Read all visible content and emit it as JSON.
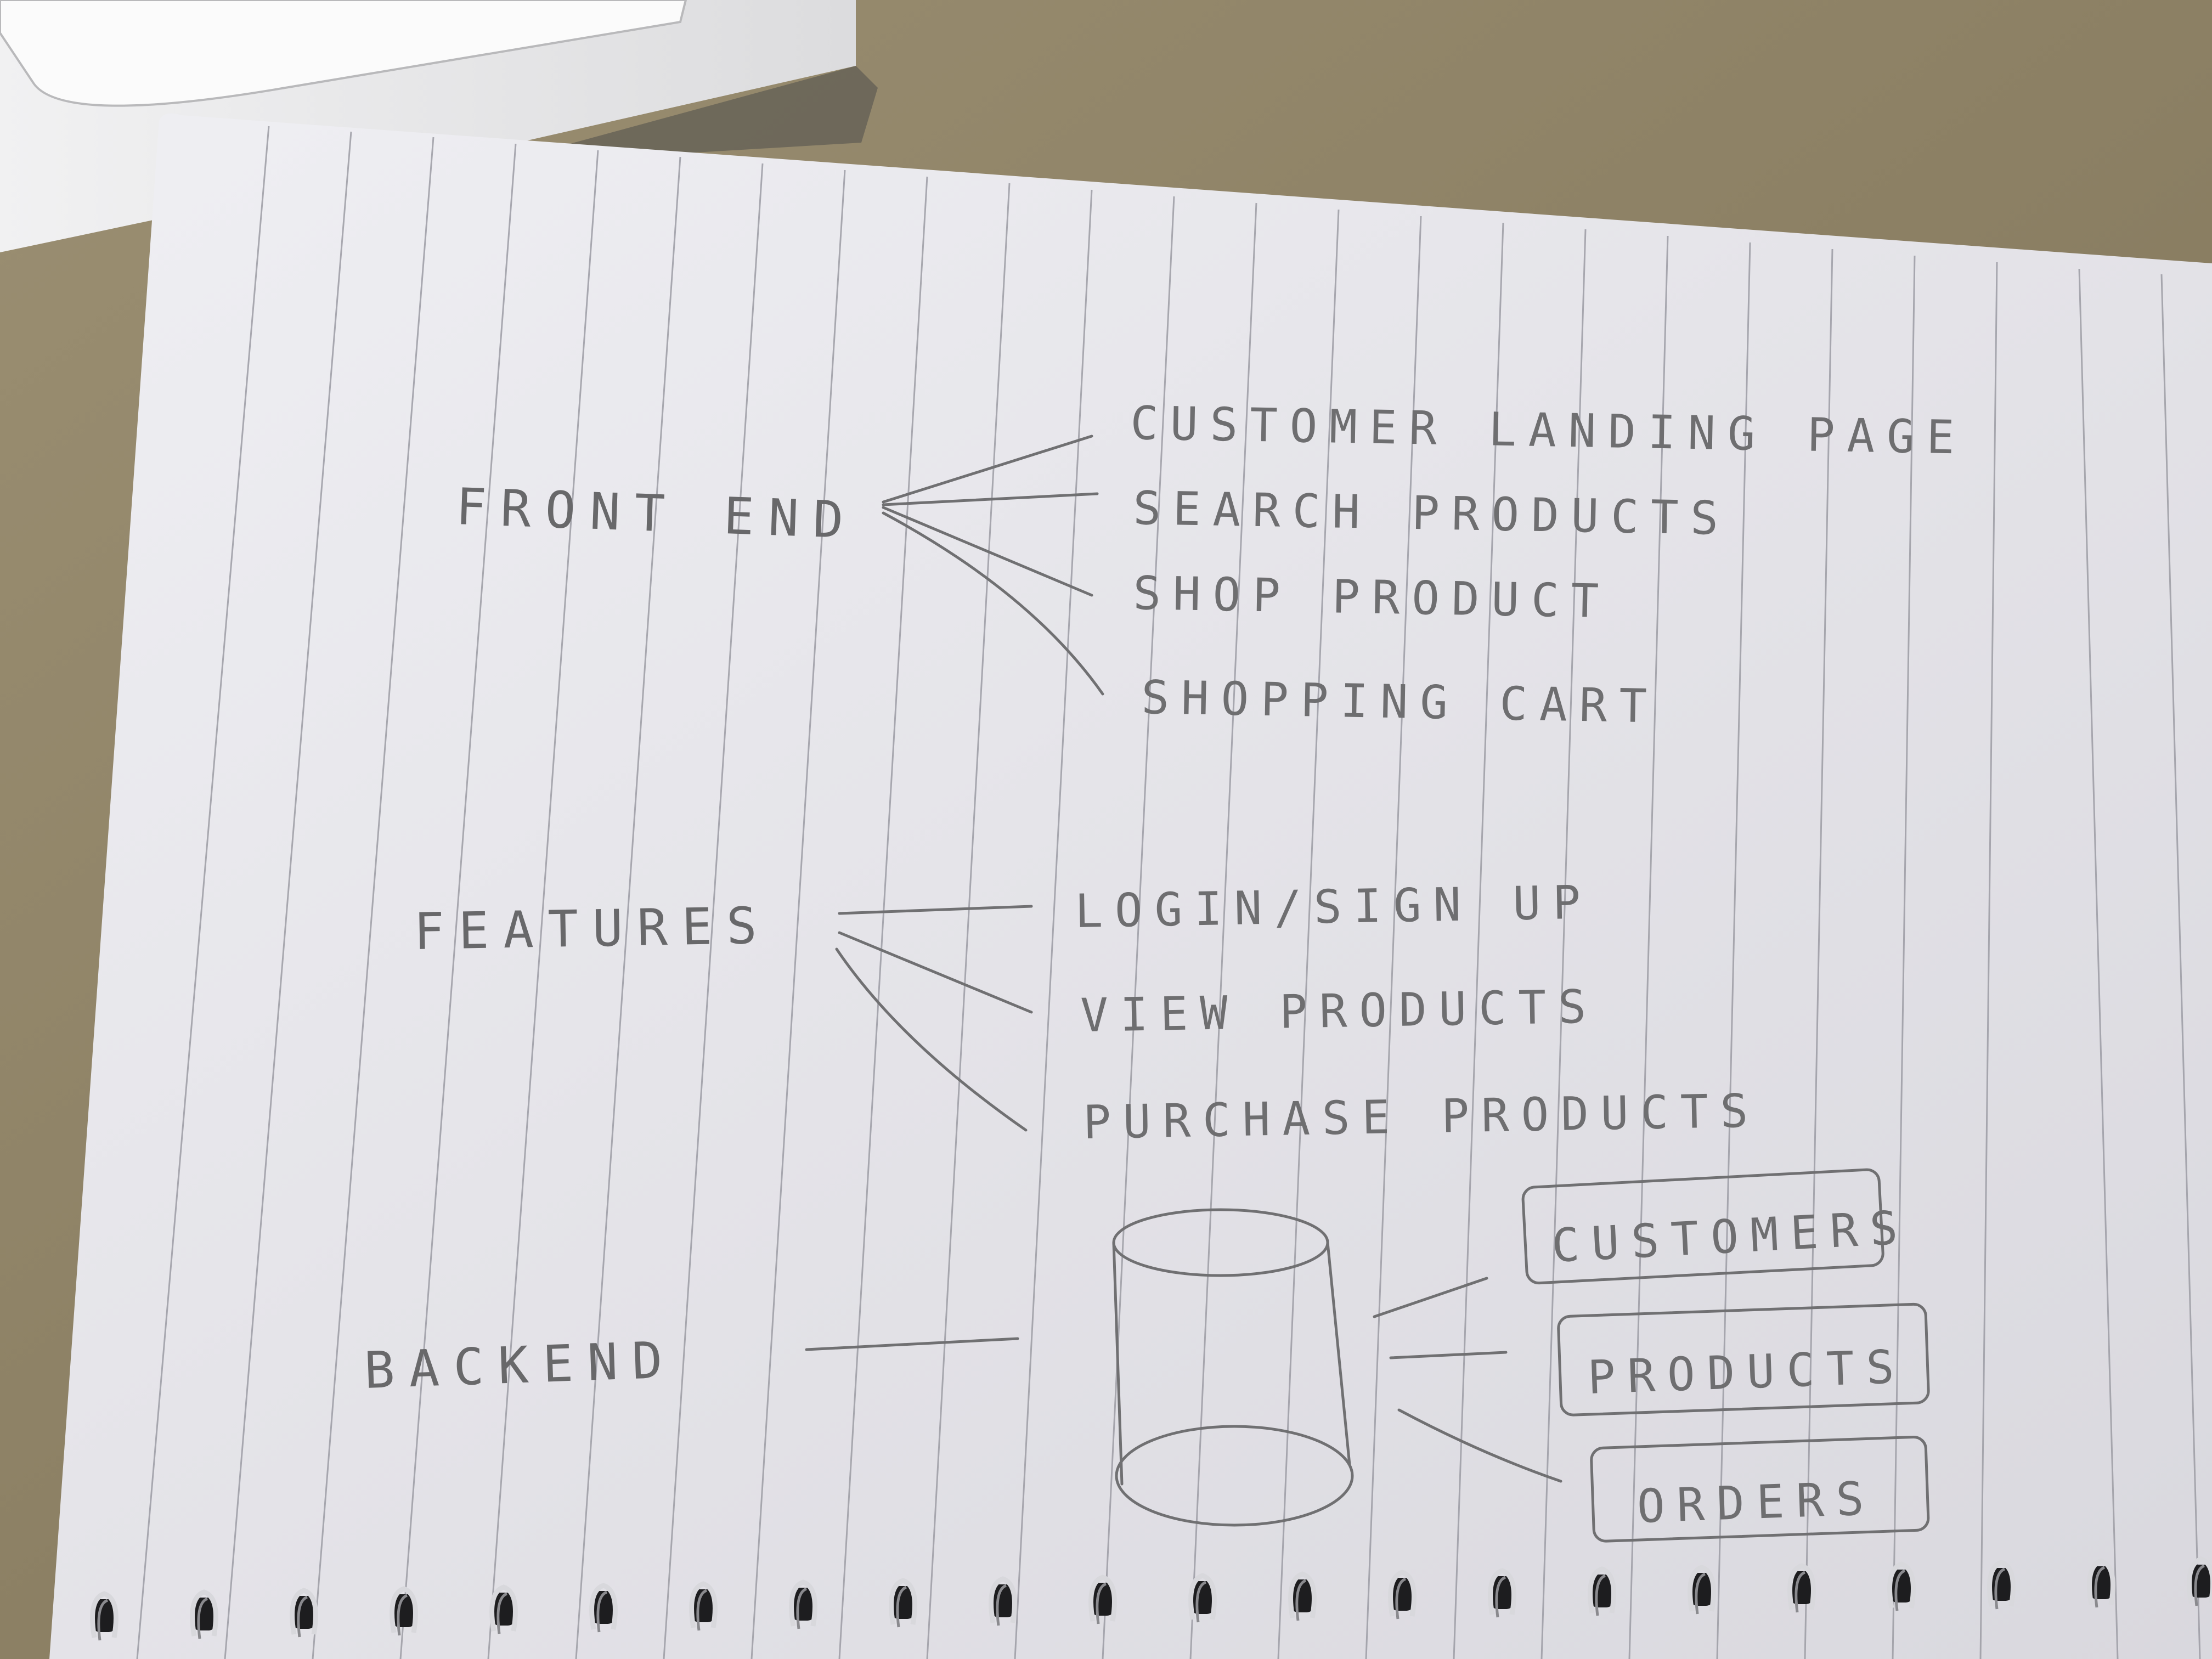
{
  "diagram": {
    "sections": [
      {
        "label": "FRONT END",
        "items": [
          "CUSTOMER LANDING PAGE",
          "SEARCH PRODUCTS",
          "SHOP PRODUCT",
          "SHOPPING CART"
        ]
      },
      {
        "label": "FEATURES",
        "items": [
          "LOGIN/SIGN UP",
          "VIEW PRODUCTS",
          "PURCHASE PRODUCTS"
        ]
      },
      {
        "label": "BACKEND",
        "items": [
          "CUSTOMERS",
          "PRODUCTS",
          "ORDERS"
        ]
      }
    ]
  },
  "colors": {
    "desk": "#8f8366",
    "paper": "#e6e5ea",
    "ruled_line": "#9c9ca4",
    "pencil": "#6e6e70",
    "laptop": "#e9e9ea"
  }
}
